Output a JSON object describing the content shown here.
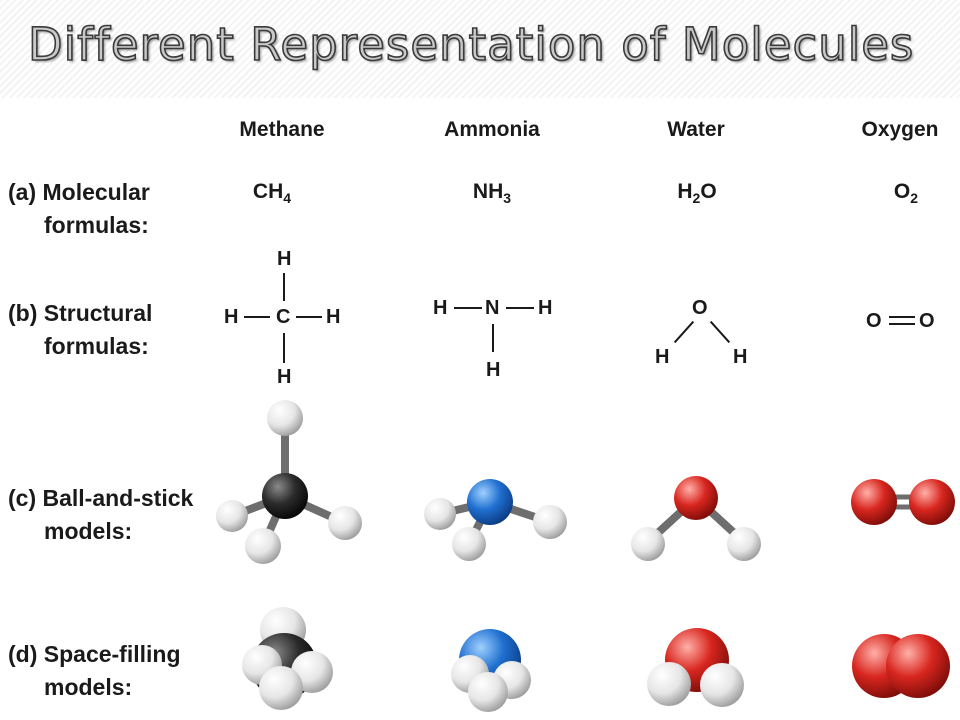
{
  "title": "Different Representation of Molecules",
  "columns": {
    "methane": "Methane",
    "ammonia": "Ammonia",
    "water": "Water",
    "oxygen": "Oxygen"
  },
  "rows": {
    "a": {
      "line1": "(a) Molecular",
      "line2": "formulas:"
    },
    "b": {
      "line1": "(b) Structural",
      "line2": "formulas:"
    },
    "c": {
      "line1": "(c) Ball-and-stick",
      "line2": "models:"
    },
    "d": {
      "line1": "(d) Space-filling",
      "line2": "models:"
    }
  },
  "formulas": {
    "methane": {
      "base": "CH",
      "sub": "4",
      "tail": ""
    },
    "ammonia": {
      "base": "NH",
      "sub": "3",
      "tail": ""
    },
    "water": {
      "base": "H",
      "sub": "2",
      "tail": "O"
    },
    "oxygen": {
      "base": "O",
      "sub": "2",
      "tail": ""
    }
  },
  "structural": {
    "methane": {
      "center": "C",
      "top": "H",
      "left": "H",
      "right": "H",
      "bottom": "H"
    },
    "ammonia": {
      "center": "N",
      "left": "H",
      "right": "H",
      "bottom": "H"
    },
    "water": {
      "center": "O",
      "left": "H",
      "right": "H"
    },
    "oxygen": {
      "left": "O",
      "right": "O"
    }
  },
  "atom_colors": {
    "hydrogen": "#ececec",
    "carbon": "#2b2b2b",
    "nitrogen": "#1f6fd0",
    "oxygen": "#d8261f"
  }
}
